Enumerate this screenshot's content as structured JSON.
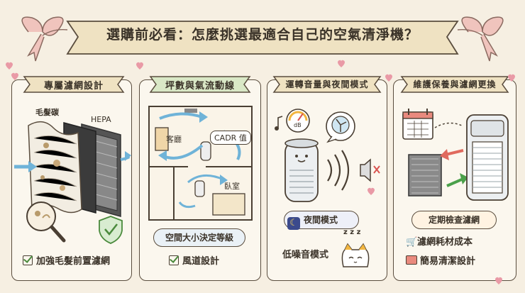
{
  "title": "選購前必看：怎麼挑選最適合自己的空氣清淨機？",
  "panels": [
    {
      "heading": "專屬濾網設計",
      "labels": {
        "hair_label": "毛髮碳",
        "hepa_label": "HEPA"
      },
      "footer": "加強毛髮前置濾網"
    },
    {
      "heading": "坪數與氣流動線",
      "labels": {
        "living_room": "客廳",
        "cadr": "CADR 值",
        "bedroom": "臥室"
      },
      "pill": "空間大小決定等級",
      "footer": "風道設計"
    },
    {
      "heading": "運轉音量與夜間模式",
      "labels": {
        "db": "dB",
        "zzz": "z z z"
      },
      "pill": "夜間模式",
      "footer": "低噪音模式"
    },
    {
      "heading": "維護保養與濾網更換",
      "pill": "定期檢查濾網",
      "items": [
        "濾網耗材成本",
        "簡易清潔設計"
      ]
    }
  ],
  "colors": {
    "ribbon": "#e8b8b0",
    "banner": "#efe2c2",
    "panel_bg": "#fbf7ee",
    "arrow_blue": "#6fb3d8",
    "check_green": "#4a8a3c",
    "heart_pink": "#e99aa6"
  },
  "icons": [
    "ribbon-icon",
    "heart-icon",
    "filter-icon",
    "magnifier-icon",
    "shield-icon",
    "fan-icon",
    "moon-icon",
    "speaker-mute-icon",
    "cat-icon",
    "calendar-icon",
    "cart-icon",
    "toolbox-icon",
    "purifier-icon"
  ]
}
